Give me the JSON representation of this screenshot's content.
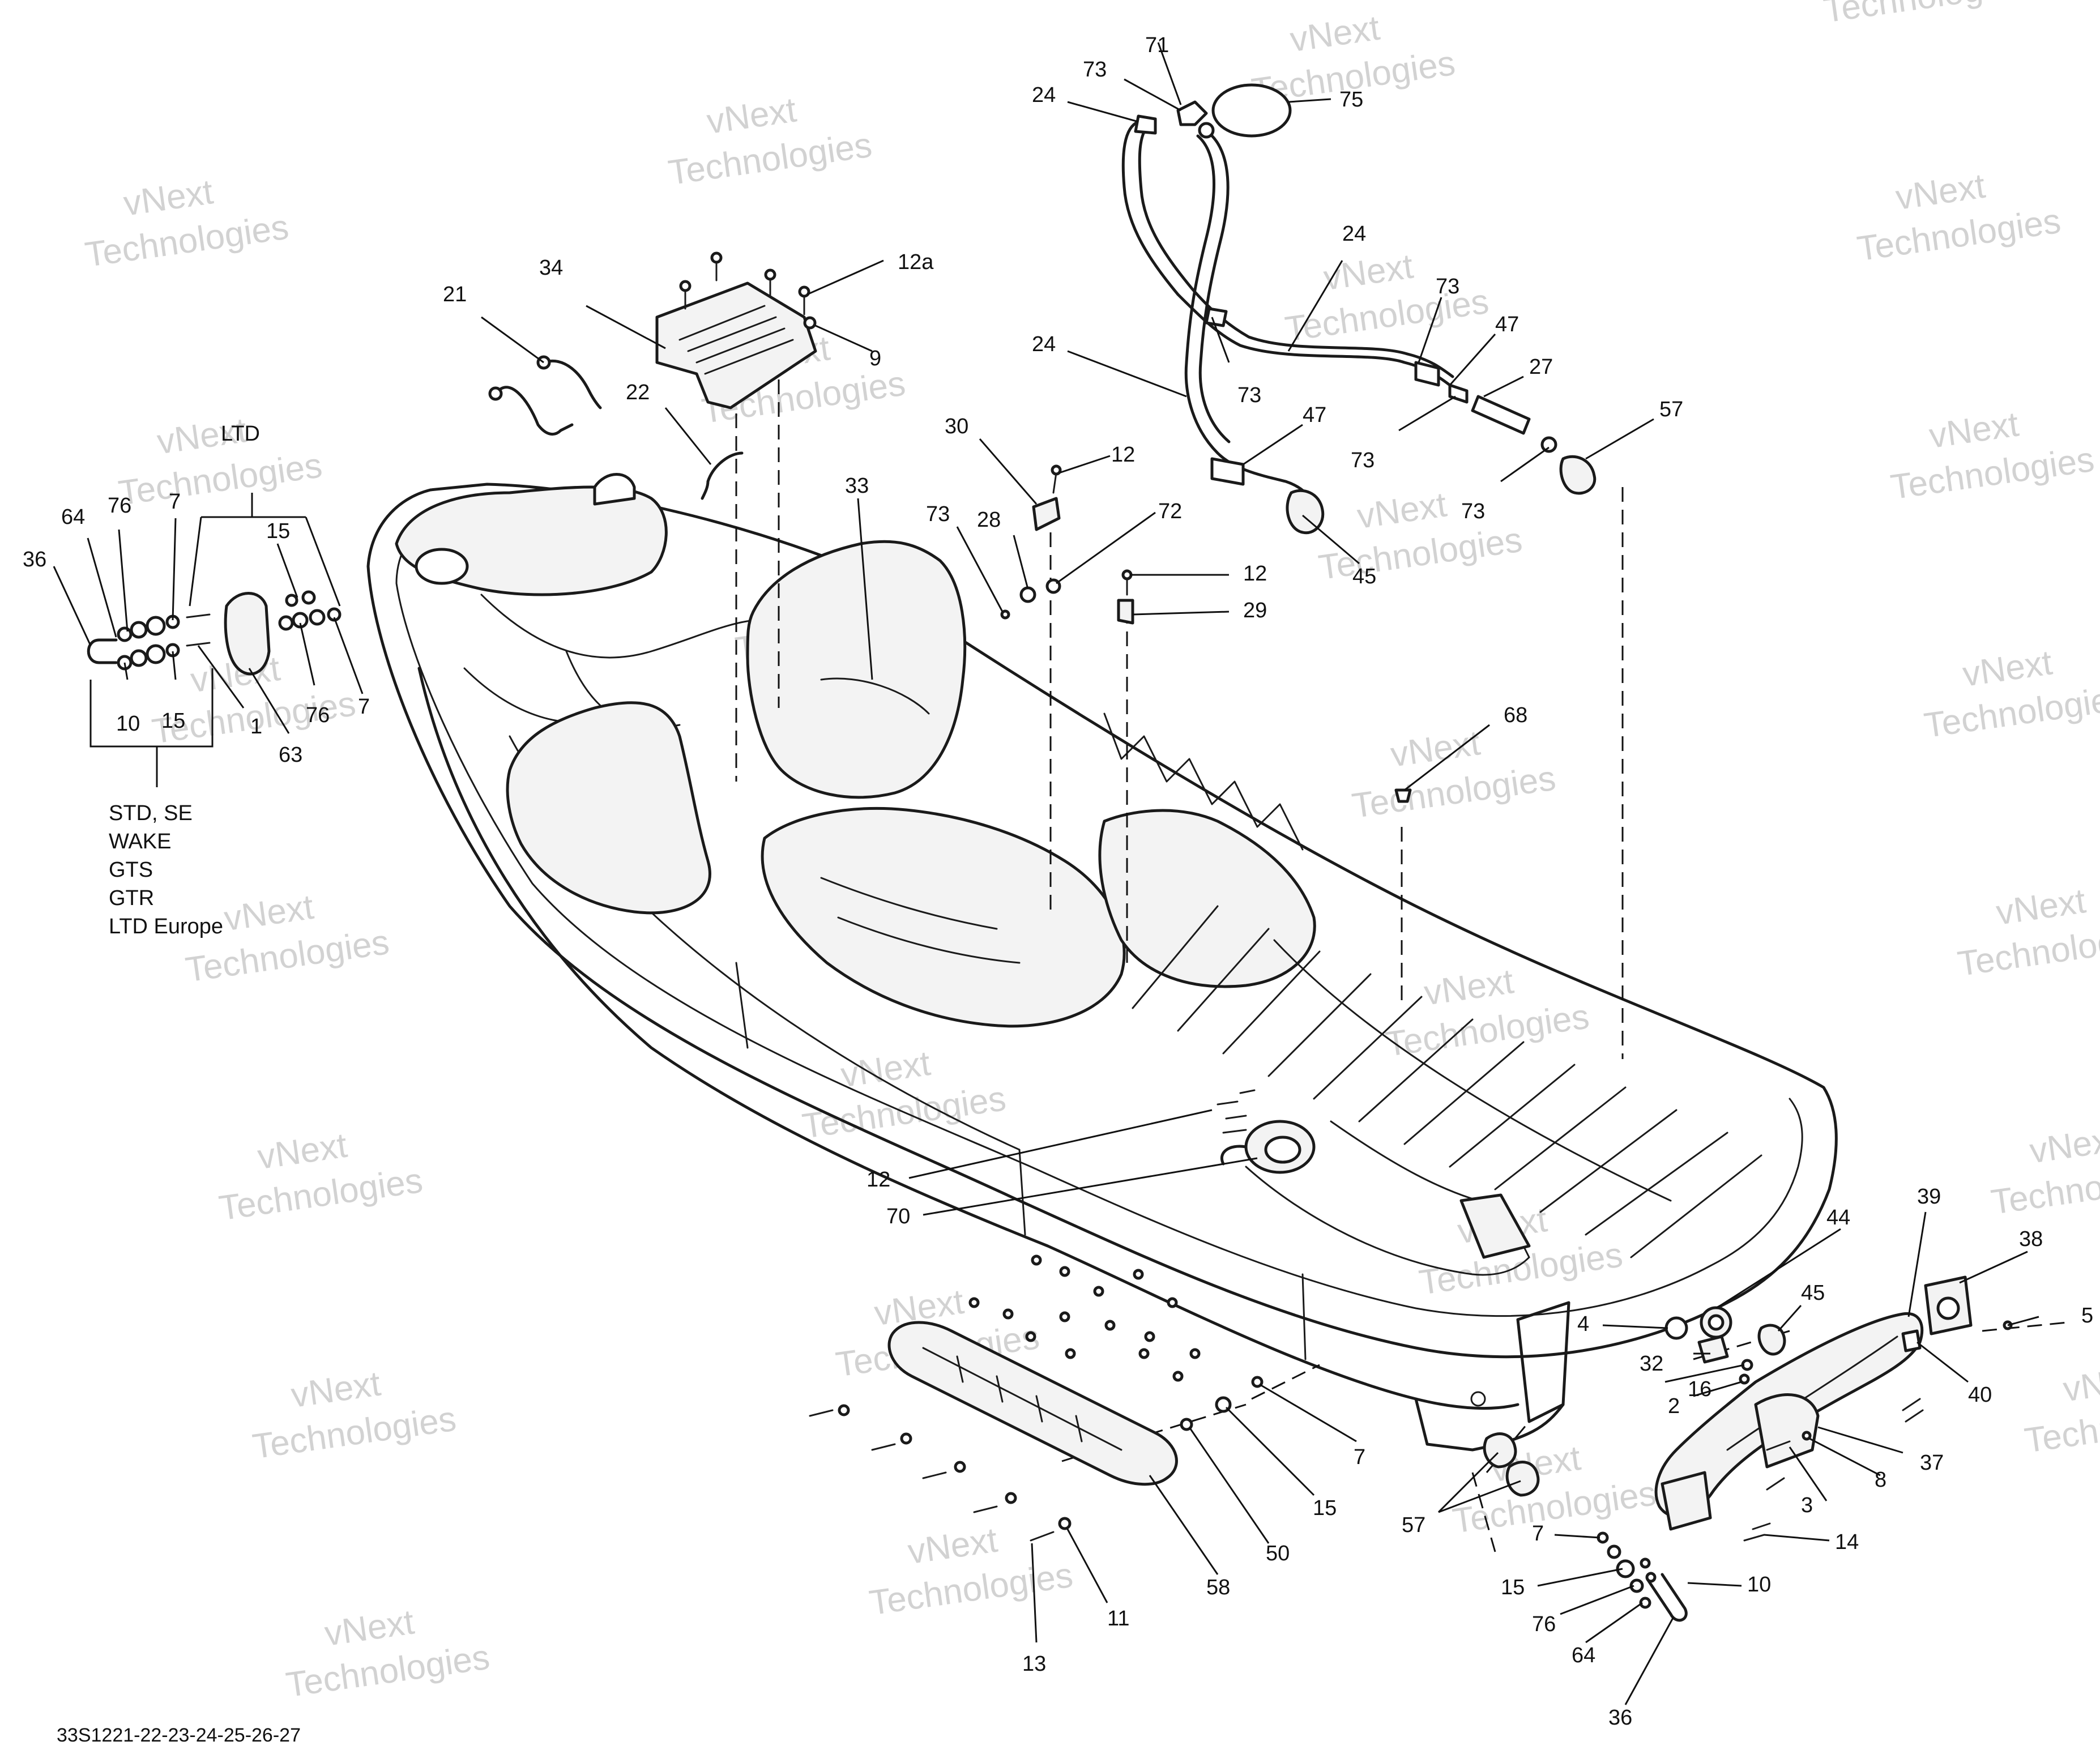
{
  "watermark": {
    "line1": "vNext",
    "line2": "Technologies"
  },
  "drawing_code": "33S1221-22-23-24-25-26-27",
  "model_notes": {
    "ltd": "LTD",
    "group": [
      "STD, SE",
      "WAKE",
      "GTS",
      "GTR",
      "LTD Europe"
    ]
  },
  "callouts": {
    "c71": "71",
    "c73a": "73",
    "c24a": "24",
    "c75": "75",
    "c24b": "24",
    "c24c": "24",
    "c73b": "73",
    "c73c": "73",
    "c47a": "47",
    "c27": "27",
    "c73d": "73",
    "c57a": "57",
    "c73e": "73",
    "c47b": "47",
    "c45a": "45",
    "c34": "34",
    "c12a": "12a",
    "c9": "9",
    "c21": "21",
    "c22": "22",
    "c30": "30",
    "c12b": "12",
    "c33": "33",
    "c73f": "73",
    "c28": "28",
    "c72": "72",
    "c12c": "12",
    "c29": "29",
    "c64a": "64",
    "c76a": "76",
    "c7a": "7",
    "c15a": "15",
    "c36a": "36",
    "c10a": "10",
    "c15b": "15",
    "c1": "1",
    "c63": "63",
    "c76b": "76",
    "c7b": "7",
    "c68": "68",
    "c12d": "12",
    "c70": "70",
    "c44": "44",
    "c39": "39",
    "c38": "38",
    "c5": "5",
    "c4": "4",
    "c45b": "45",
    "c32": "32",
    "c16": "16",
    "c2": "2",
    "c40": "40",
    "c37": "37",
    "c8": "8",
    "c3": "3",
    "c14": "14",
    "c57b": "57",
    "c7c": "7",
    "c15c": "15",
    "c76c": "76",
    "c10b": "10",
    "c64b": "64",
    "c36b": "36",
    "c7d": "7",
    "c15d": "15",
    "c50": "50",
    "c58": "58",
    "c11": "11",
    "c13": "13"
  }
}
